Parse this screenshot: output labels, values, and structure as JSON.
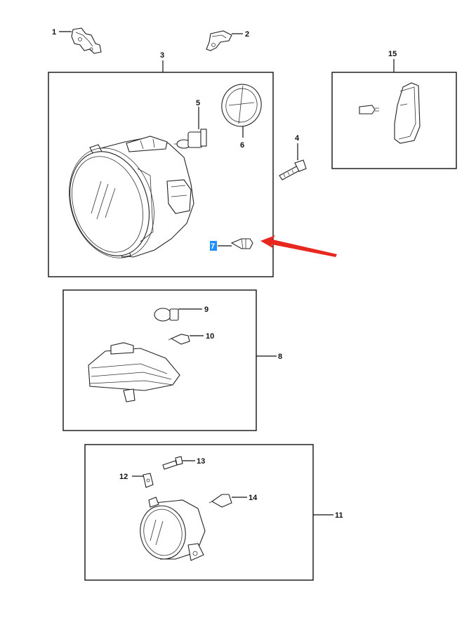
{
  "callouts": [
    {
      "id": "1",
      "text": "1"
    },
    {
      "id": "2",
      "text": "2"
    },
    {
      "id": "3",
      "text": "3"
    },
    {
      "id": "4",
      "text": "4"
    },
    {
      "id": "5",
      "text": "5"
    },
    {
      "id": "6",
      "text": "6"
    },
    {
      "id": "7",
      "text": "7"
    },
    {
      "id": "8",
      "text": "8"
    },
    {
      "id": "9",
      "text": "9"
    },
    {
      "id": "10",
      "text": "10"
    },
    {
      "id": "11",
      "text": "11"
    },
    {
      "id": "12",
      "text": "12"
    },
    {
      "id": "13",
      "text": "13"
    },
    {
      "id": "14",
      "text": "14"
    },
    {
      "id": "15",
      "text": "15"
    }
  ],
  "highlight": {
    "callout": "7",
    "color": "#1e90ff"
  },
  "arrow": {
    "color": "#e8281e",
    "points_to": "7"
  }
}
